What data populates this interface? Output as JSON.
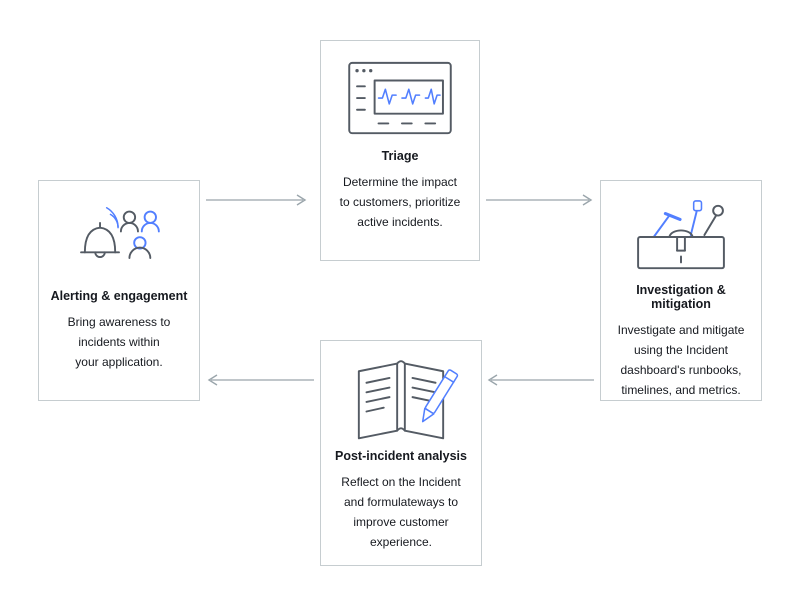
{
  "diagram": {
    "type": "cycle",
    "nodes": [
      {
        "id": "alerting",
        "title": "Alerting & engagement",
        "icon": "bell-and-people-icon",
        "lines": [
          "Bring awareness to",
          "incidents within",
          "your application."
        ]
      },
      {
        "id": "triage",
        "title": "Triage",
        "icon": "dashboard-monitor-icon",
        "lines": [
          "Determine the impact",
          "to customers, prioritize",
          "active incidents."
        ]
      },
      {
        "id": "investigation",
        "title": "Investigation & mitigation",
        "icon": "toolbox-icon",
        "lines": [
          "Investigate and mitigate",
          "using the Incident",
          "dashboard's runbooks,",
          "timelines, and metrics."
        ]
      },
      {
        "id": "post_incident",
        "title": "Post-incident analysis",
        "icon": "notebook-pencil-icon",
        "lines": [
          "Reflect on the Incident",
          "and formulateways to",
          "improve customer experience."
        ]
      }
    ],
    "edges": [
      {
        "from": "alerting",
        "to": "triage"
      },
      {
        "from": "triage",
        "to": "investigation"
      },
      {
        "from": "investigation",
        "to": "post_incident"
      },
      {
        "from": "post_incident",
        "to": "alerting"
      }
    ],
    "colors": {
      "icon_gray": "#545b64",
      "icon_blue": "#527fff",
      "arrow": "#9aa5ab",
      "card_border": "#c6cdd0",
      "text": "#16191f",
      "background": "#ffffff"
    }
  }
}
